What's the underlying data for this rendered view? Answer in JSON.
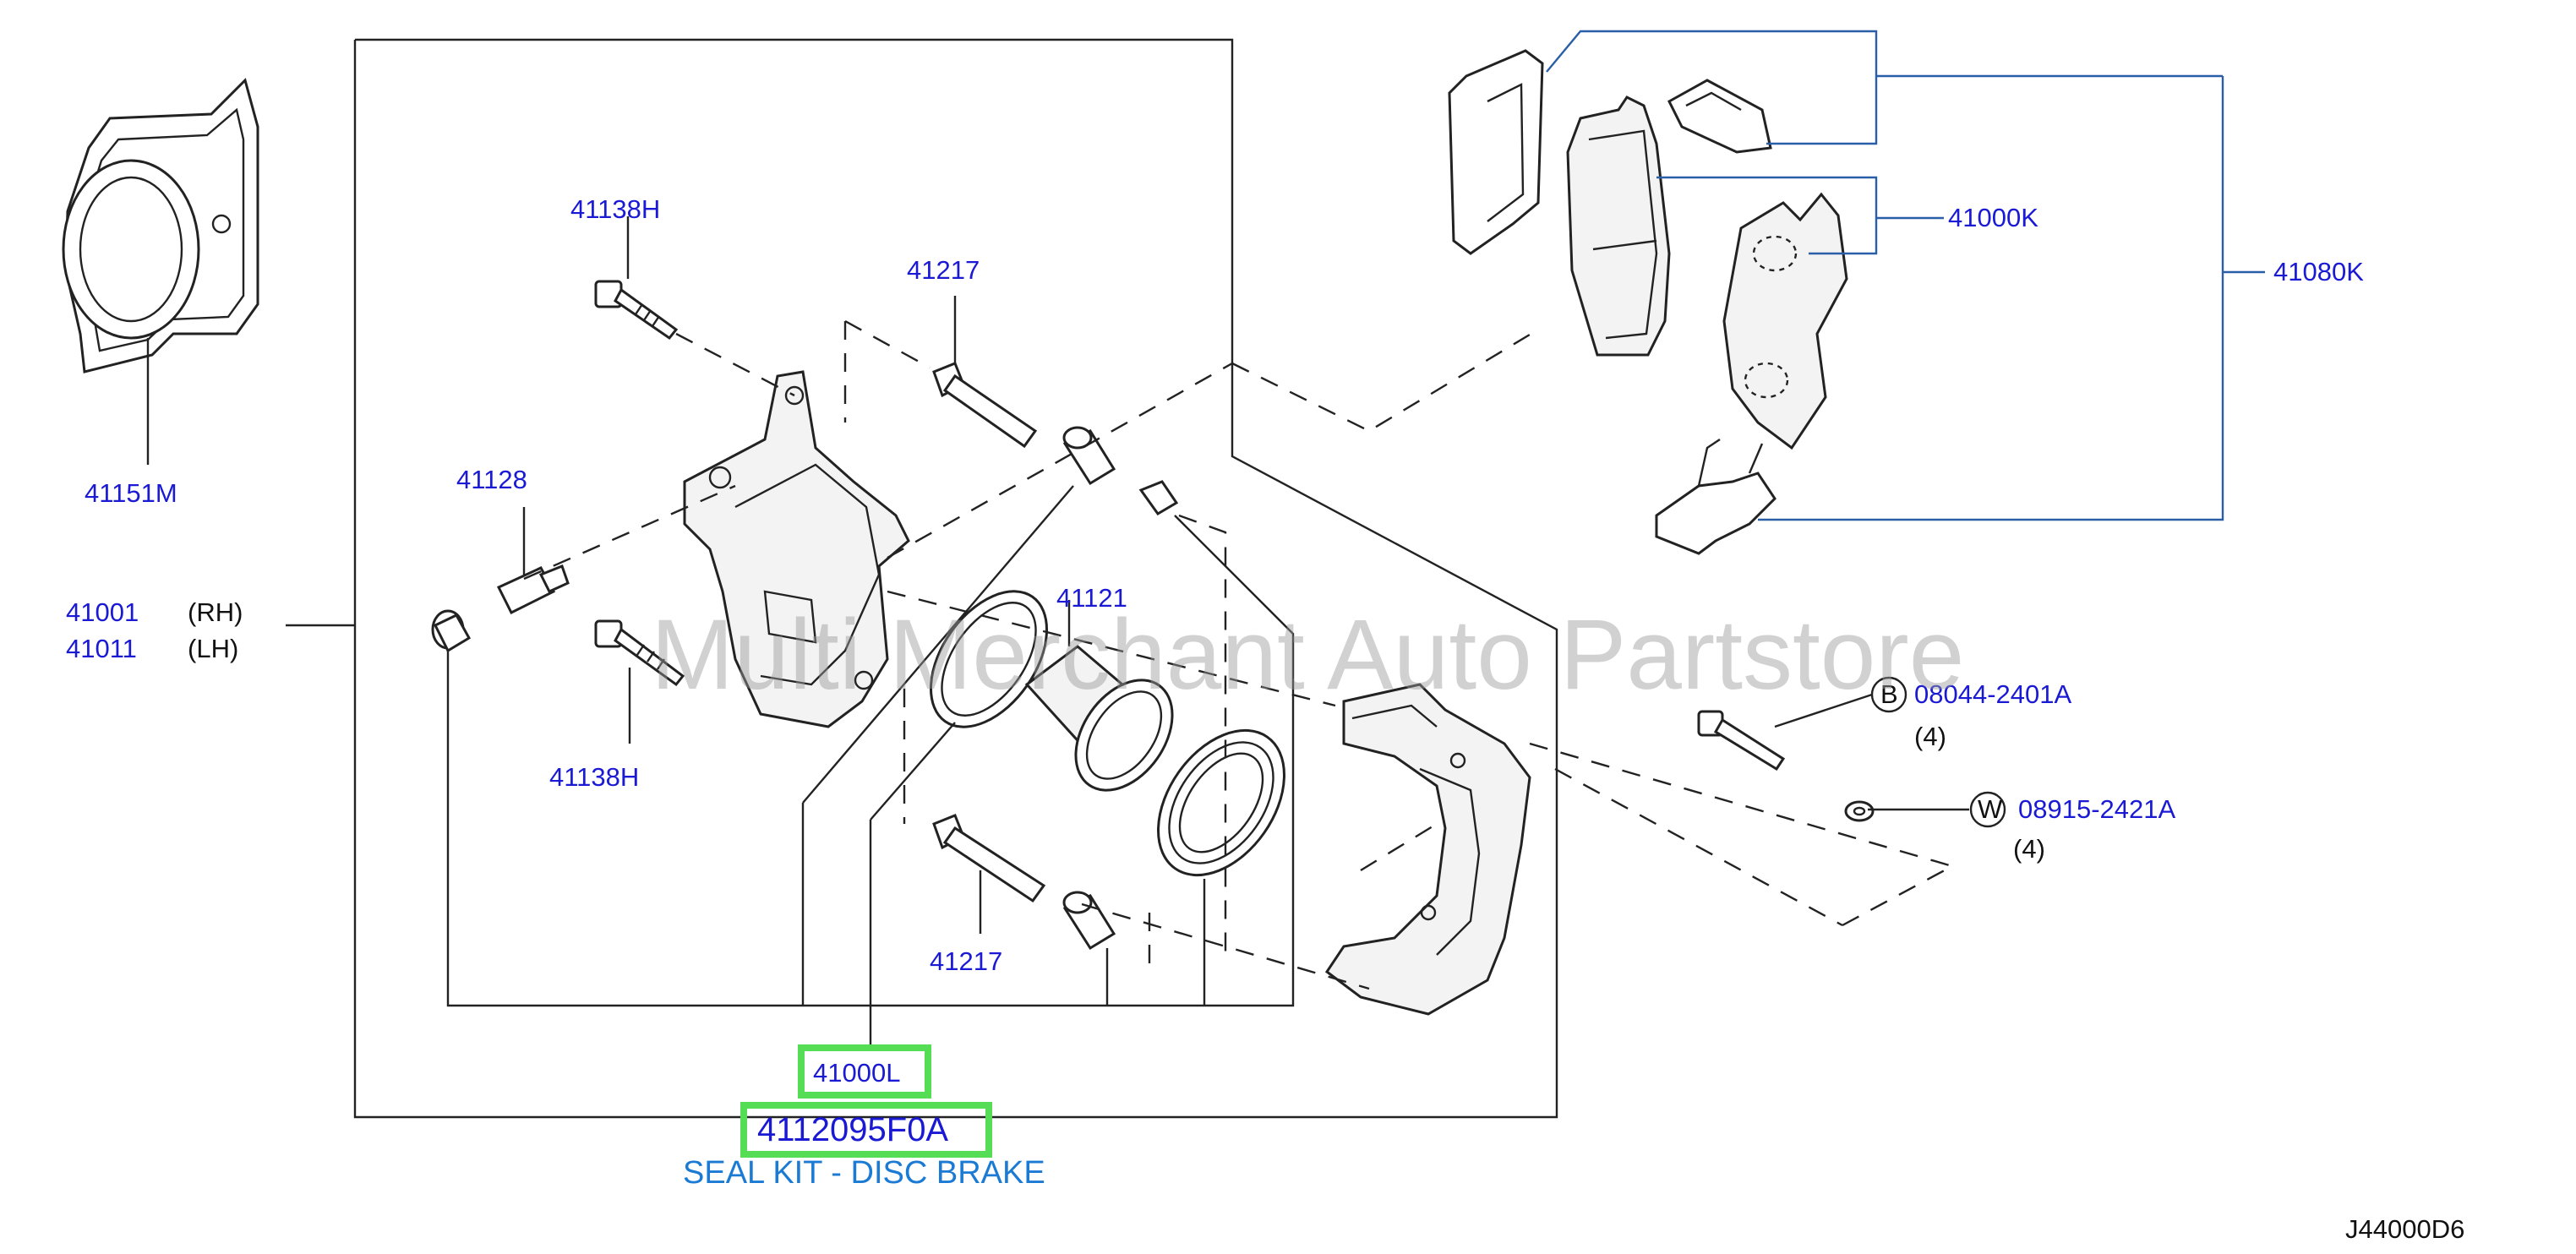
{
  "labels": {
    "p41138h_top": "41138H",
    "p41217_top": "41217",
    "p41151m": "41151M",
    "p41128": "41128",
    "p41001": "41001",
    "rh": "(RH)",
    "p41011": "41011",
    "lh": "(LH)",
    "p41121": "41121",
    "p41138h_bottom": "41138H",
    "p41217_bottom": "41217",
    "p41000k": "41000K",
    "p41080k": "41080K",
    "b_letter": "B",
    "p08044": "08044-2401A",
    "qty_b": "(4)",
    "w_letter": "W",
    "p08915": "08915-2421A",
    "qty_w": "(4)",
    "p41000l": "41000L",
    "p4112095": "4112095F0A",
    "seal_kit": "SEAL KIT - DISC BRAKE",
    "diagram_code": "J44000D6"
  },
  "watermark": "Multi Merchant Auto Partstore",
  "colors": {
    "label_blue": "#1a1ad4",
    "description_blue": "#1a7ad4",
    "highlight_green": "#55dd55",
    "bracket_blue": "#2a5fa8"
  }
}
